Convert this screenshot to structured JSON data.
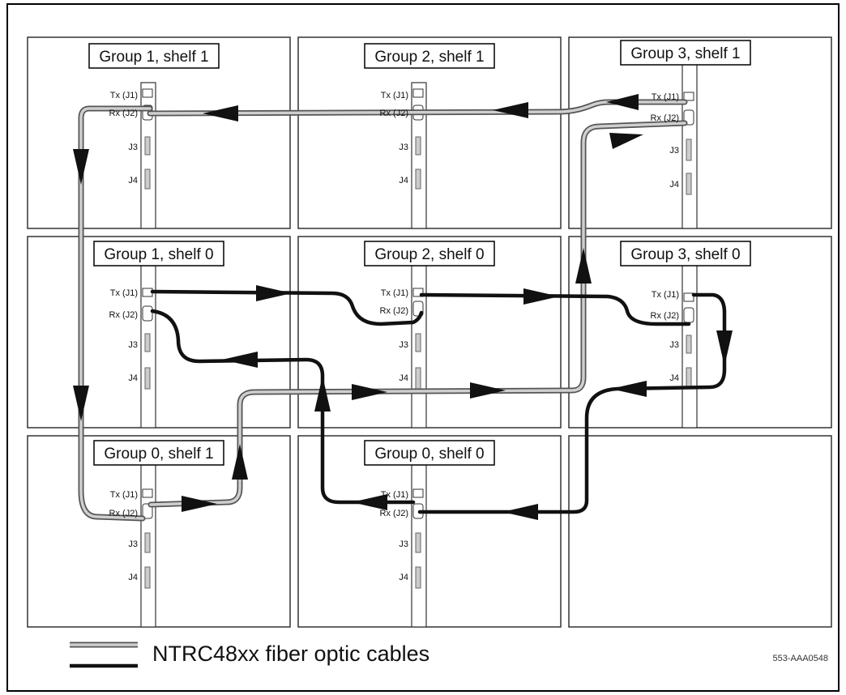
{
  "shelves": [
    {
      "id": "g1s1",
      "title": "Group 1, shelf 1"
    },
    {
      "id": "g2s1",
      "title": "Group 2, shelf 1"
    },
    {
      "id": "g3s1",
      "title": "Group 3, shelf 1"
    },
    {
      "id": "g1s0",
      "title": "Group 1, shelf 0"
    },
    {
      "id": "g2s0",
      "title": "Group 2, shelf 0"
    },
    {
      "id": "g3s0",
      "title": "Group 3, shelf 0"
    },
    {
      "id": "g0s1",
      "title": "Group 0, shelf 1"
    },
    {
      "id": "g0s0",
      "title": "Group 0, shelf 0"
    }
  ],
  "ports": {
    "tx": "Tx (J1)",
    "rx": "Rx (J2)",
    "j3": "J3",
    "j4": "J4"
  },
  "legend": {
    "label": "NTRC48xx fiber optic cables"
  },
  "figure_ref": "553-AAA0548",
  "colors": {
    "fiber_gray": "#a8a8a8",
    "fiber_black": "#111111",
    "panel_border": "#333333"
  }
}
